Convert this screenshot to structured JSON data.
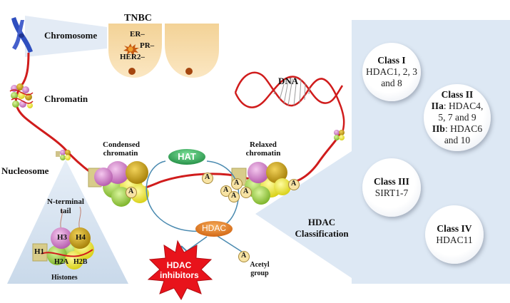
{
  "labels": {
    "tnbc": "TNBC",
    "er": "ER–",
    "pr": "PR–",
    "her2": "HER2–",
    "chromosome": "Chromosome",
    "chromatin": "Chromatin",
    "nucleosome": "Nucleosome",
    "dna": "DNA",
    "condensed_1": "Condensed",
    "condensed_2": "chromatin",
    "relaxed_1": "Relaxed",
    "relaxed_2": "chromatin",
    "hat": "HAT",
    "hdac": "HDAC",
    "hdac_inhibitors_1": "HDAC",
    "hdac_inhibitors_2": "inhibitors",
    "acetyl_1": "Acetyl",
    "acetyl_2": "group",
    "acetyl_mark": "A",
    "n_terminal_1": "N-terminal",
    "n_terminal_2": "tail",
    "histones": "Histones",
    "h1": "H1",
    "h2a": "H2A",
    "h2b": "H2B",
    "h3": "H3",
    "h4": "H4",
    "classification_1": "HDAC",
    "classification_2": "Classification"
  },
  "classes": {
    "c1": {
      "title": "Class I",
      "l1": "HDAC1, 2, 3",
      "l2": "and 8"
    },
    "c2": {
      "title": "Class II",
      "a_tag": "IIa",
      "a1": ": HDAC4,",
      "a2": "5, 7 and 9",
      "b_tag": "IIb",
      "b1": ": HDAC6",
      "b2": "and 10"
    },
    "c3": {
      "title": "Class III",
      "l1": "SIRT1-7"
    },
    "c4": {
      "title": "Class IV",
      "l1": "HDAC11"
    }
  },
  "colors": {
    "panel": "#dde8f4",
    "dna_red": "#d01c1c",
    "hat_green": "#1f9a4a",
    "hdac_orange": "#e0751c",
    "inhibitor_red": "#e8131b",
    "chromosome_blue": "#2f4fbf",
    "breast": "#f6d9a6",
    "acetyl_fill": "#f7e3a4"
  }
}
